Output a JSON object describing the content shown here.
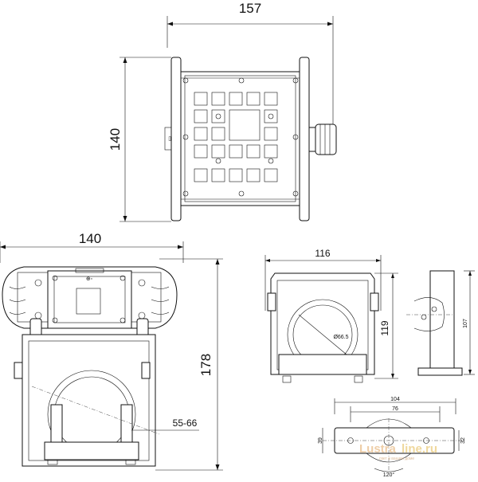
{
  "views": {
    "top": {
      "dim_width": "157",
      "dim_height": "140"
    },
    "front": {
      "dim_width": "140",
      "dim_height": "178",
      "dim_clamp": "55-66"
    },
    "bracket": {
      "dim_width": "116",
      "dim_height": "119",
      "dim_hole": "Ø66.5"
    },
    "side": {
      "dim_height": "107"
    },
    "plate": {
      "dim_outer": "104",
      "dim_inner": "76",
      "dim_height_left": "39",
      "dim_height_right": "32",
      "dim_angle": "120°"
    }
  },
  "watermark": {
    "brand_a": "Lustra",
    "brand_b": "line.ru",
    "tagline": "свет в вашем доме"
  }
}
